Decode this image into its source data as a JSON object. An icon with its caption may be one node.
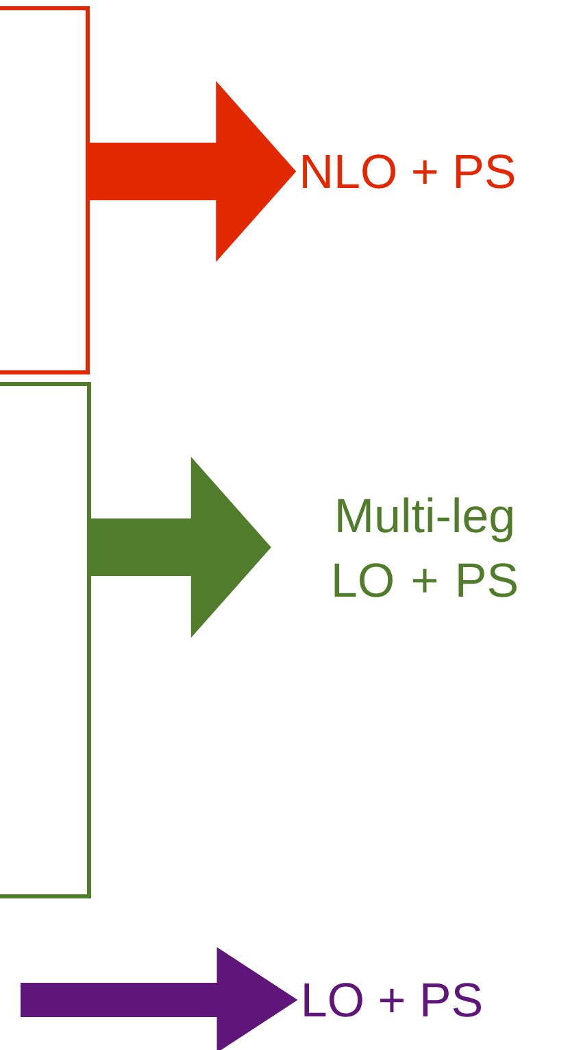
{
  "diagram": {
    "nodes": [
      {
        "text": [],
        "shape": "box"
      },
      {
        "text": [
          "NLO + PS"
        ]
      },
      {
        "text": [],
        "shape": "box"
      },
      {
        "text": [
          "Multi-leg LO + PS"
        ]
      },
      {
        "text": [
          "LO + PS"
        ]
      }
    ],
    "edges": [
      {
        "from": 0,
        "to": 1,
        "arrow": "to",
        "color": "#e12800"
      },
      {
        "from": 2,
        "to": 3,
        "arrow": "to",
        "color": "#507c2c"
      },
      {
        "from": null,
        "to": 4,
        "arrow": "to",
        "color": "#5e1778"
      }
    ]
  }
}
